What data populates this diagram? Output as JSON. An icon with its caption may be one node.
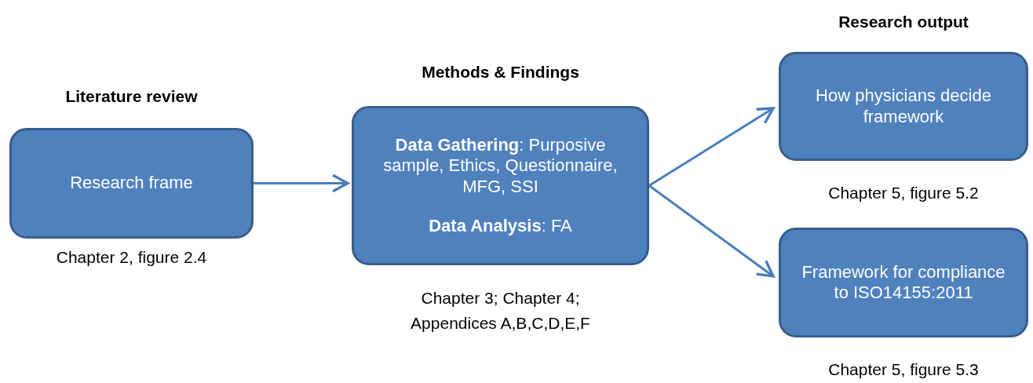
{
  "diagram": {
    "nodes": [
      {
        "text": [
          "Literature review",
          "Research frame"
        ],
        "beside": [
          "Chapter 2, figure 2.4"
        ]
      },
      {
        "text": [
          "Methods & Findings",
          "**Data Gathering**: Purposive sample, Ethics, Questionnaire, MFG, SSI",
          "**Data Analysis**: FA"
        ],
        "beside": [
          "Chapter 3; Chapter 4; Appendices A,B,C,D,E,F"
        ]
      },
      {
        "text": [
          "Research output",
          "How physicians decide framework"
        ],
        "beside": [
          "Chapter 5, figure 5.2"
        ]
      },
      {
        "text": [
          "Framework for compliance to ISO14155:2011"
        ],
        "beside": [
          "Chapter 5, figure 5.3"
        ]
      }
    ],
    "edges": [
      {
        "from": 0,
        "to": 1,
        "arrow": "to"
      },
      {
        "from": 1,
        "to": 2,
        "arrow": "to"
      },
      {
        "from": 1,
        "to": 3,
        "arrow": "to"
      }
    ]
  }
}
